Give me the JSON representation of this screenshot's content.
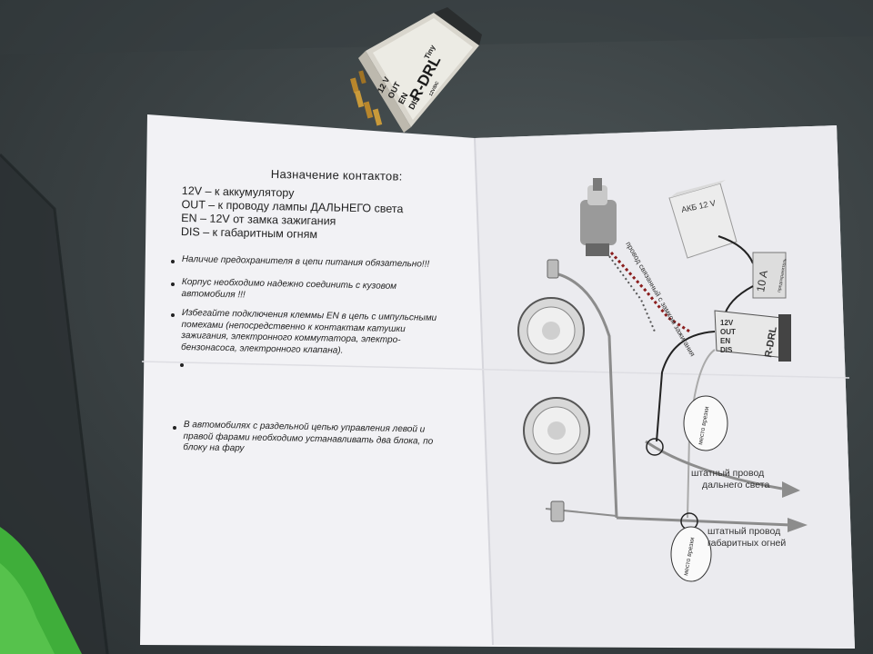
{
  "relay": {
    "brand": "Tiny",
    "model": "R-DRL",
    "pins": [
      "12 V",
      "OUT",
      "EN",
      "DIS"
    ],
    "code": "12V/DC"
  },
  "sheet": {
    "heading": "Назначение контактов:",
    "contacts": [
      "12V – к аккумулятору",
      "OUT – к проводу лампы ДАЛЬНЕГО света",
      "EN – 12V от замка зажигания",
      "DIS – к габаритным огням"
    ],
    "notes": [
      "Наличие предохранителя в цепи питания  обязательно!!!",
      "Корпус  необходимо надежно соединить с кузовом автомобиля !!!",
      "Избегайте подключения клеммы EN в цепь с импульсными помехами (непосредственно к контактам катушки зажигания, электронного коммутатора, электро-бензонасоса, электронного клапана).",
      "",
      "В автомобилях с раздельной цепью управления левой и правой фарами необходимо устанавливать два блока, по блоку на фару"
    ]
  },
  "diagram": {
    "battery_label": "АКБ 12 V",
    "fuse_label": "10 A",
    "fuse_caption": "предохранитель",
    "ignition_caption": "провод связанный с замком зажигания",
    "unit_pins": [
      "12V",
      "OUT",
      "EN",
      "DIS"
    ],
    "unit_model": "R-DRL",
    "cut_point_1": "место врезки",
    "cut_point_2": "место врезки",
    "high_beam_wire": "штатный провод дальнего света",
    "parking_wire": "штатный провод габаритных огней",
    "high_beam_line_1": "штатный провод",
    "high_beam_line_2": "дальнего света",
    "parking_line_1": "штатный провод",
    "parking_line_2": "габаритных огней"
  },
  "colors": {
    "paper": "#f4f4f6",
    "ink": "#222222",
    "table": "#3d4446",
    "relay_body": "#e9e7df"
  }
}
